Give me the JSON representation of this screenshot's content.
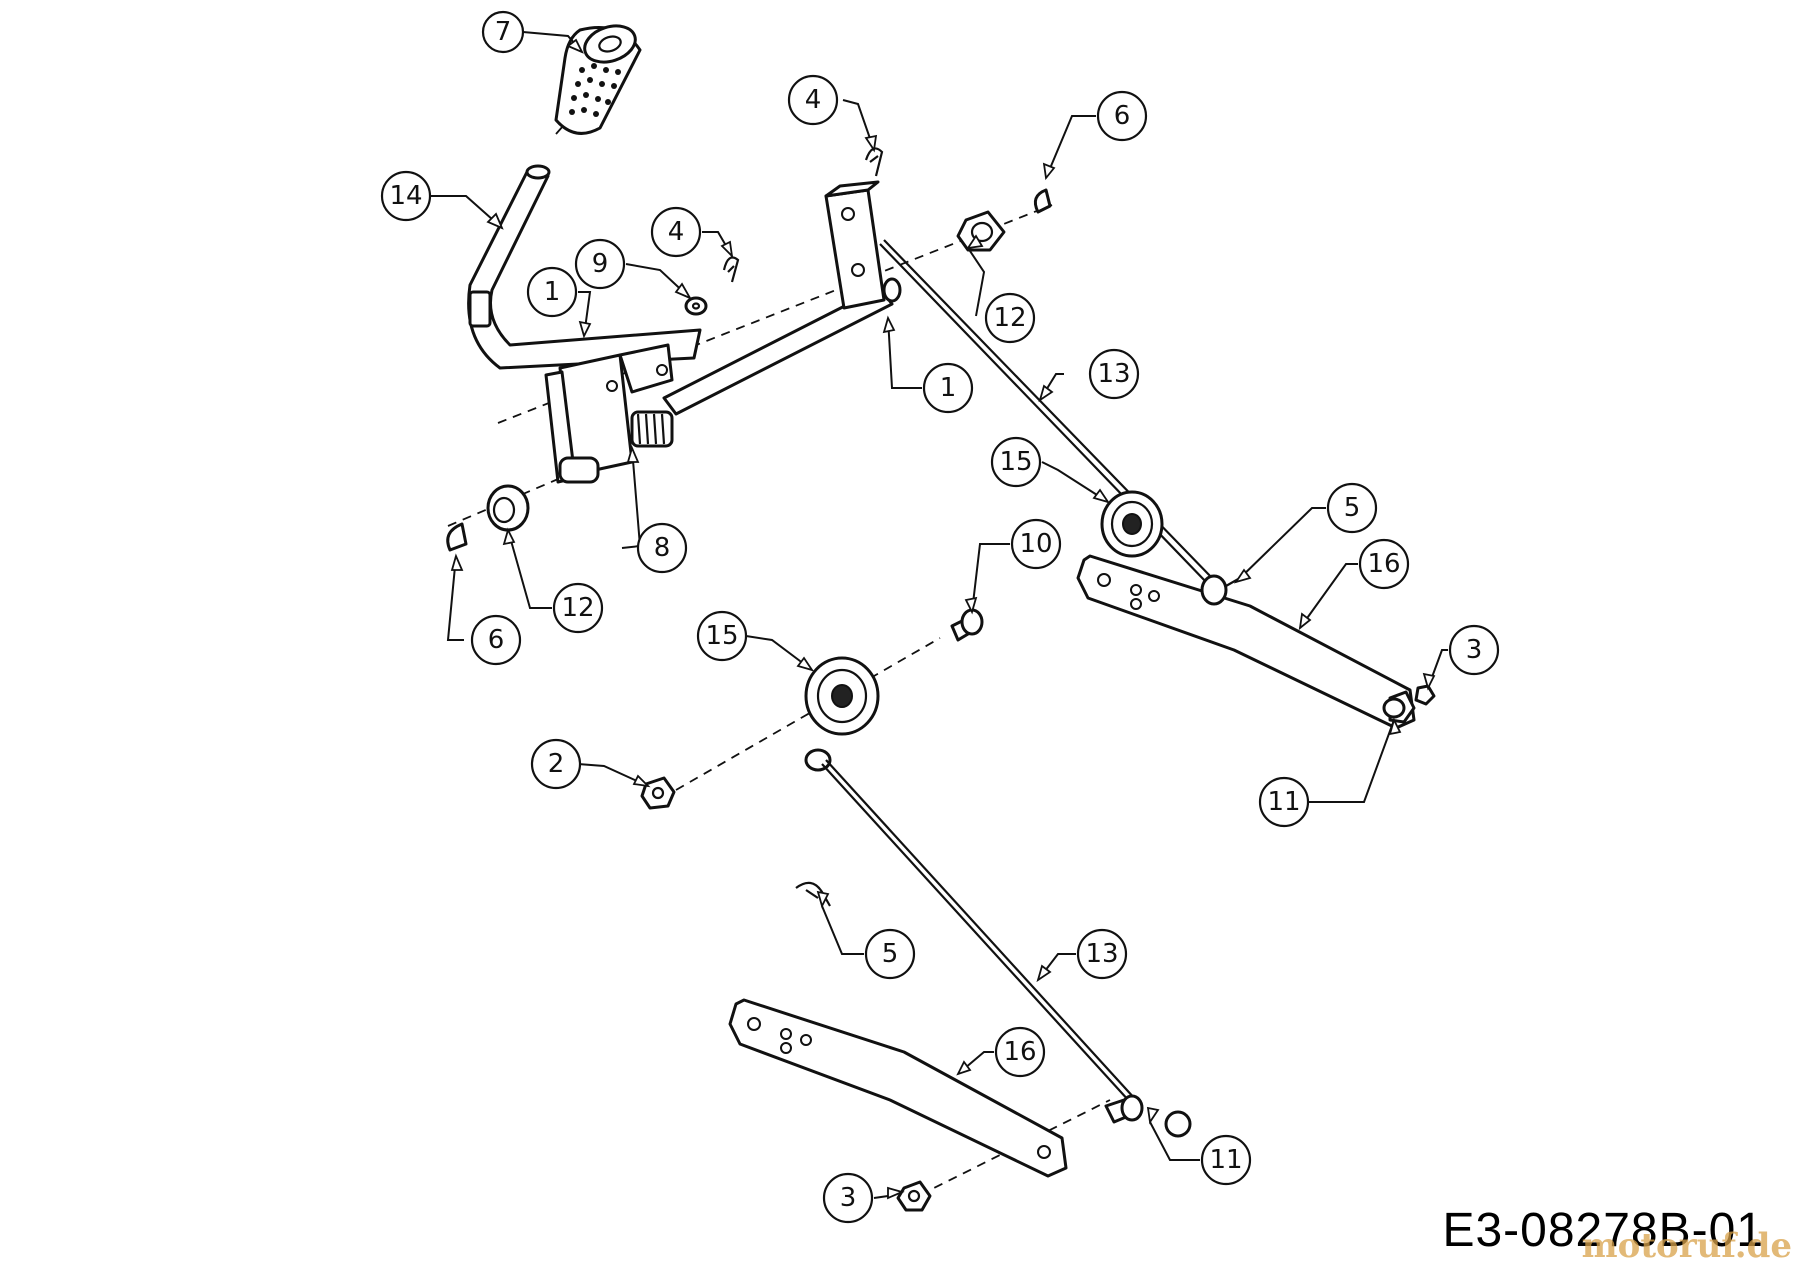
{
  "drawing": {
    "code": "E3-08278B-01",
    "watermark": "motoruf.de"
  },
  "callouts": [
    {
      "id": "c-7",
      "label": "7"
    },
    {
      "id": "c-14",
      "label": "14"
    },
    {
      "id": "c-4a",
      "label": "4"
    },
    {
      "id": "c-4b",
      "label": "4"
    },
    {
      "id": "c-6a",
      "label": "6"
    },
    {
      "id": "c-9",
      "label": "9"
    },
    {
      "id": "c-1a",
      "label": "1"
    },
    {
      "id": "c-12a",
      "label": "12"
    },
    {
      "id": "c-1b",
      "label": "1"
    },
    {
      "id": "c-13a",
      "label": "13"
    },
    {
      "id": "c-15a",
      "label": "15"
    },
    {
      "id": "c-5a",
      "label": "5"
    },
    {
      "id": "c-16a",
      "label": "16"
    },
    {
      "id": "c-8",
      "label": "8"
    },
    {
      "id": "c-12b",
      "label": "12"
    },
    {
      "id": "c-6b",
      "label": "6"
    },
    {
      "id": "c-10",
      "label": "10"
    },
    {
      "id": "c-15b",
      "label": "15"
    },
    {
      "id": "c-3a",
      "label": "3"
    },
    {
      "id": "c-11a",
      "label": "11"
    },
    {
      "id": "c-2",
      "label": "2"
    },
    {
      "id": "c-5b",
      "label": "5"
    },
    {
      "id": "c-13b",
      "label": "13"
    },
    {
      "id": "c-16b",
      "label": "16"
    },
    {
      "id": "c-11b",
      "label": "11"
    },
    {
      "id": "c-3b",
      "label": "3"
    }
  ]
}
